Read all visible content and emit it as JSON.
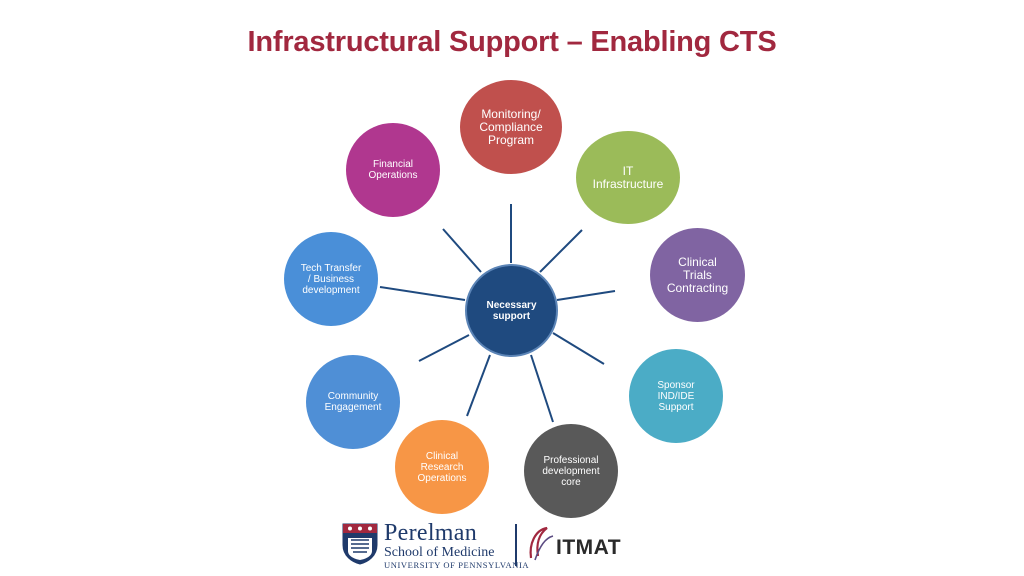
{
  "title": "Infrastructural Support – Enabling CTS",
  "hub": {
    "label": "Necessary\nsupport",
    "color": "#1f4a7f"
  },
  "nodes": [
    {
      "id": "monitoring",
      "label": "Monitoring/\nCompliance\nProgram",
      "color": "#c0504d"
    },
    {
      "id": "it",
      "label": "IT\nInfrastructure",
      "color": "#9bbb59"
    },
    {
      "id": "clinical-trials",
      "label": "Clinical\nTrials\nContracting",
      "color": "#8064a2"
    },
    {
      "id": "sponsor",
      "label": "Sponsor\nIND/IDE\nSupport",
      "color": "#4bacc6"
    },
    {
      "id": "professional",
      "label": "Professional\ndevelopment\ncore",
      "color": "#595959"
    },
    {
      "id": "clinical-research",
      "label": "Clinical\nResearch\nOperations",
      "color": "#f79646"
    },
    {
      "id": "community",
      "label": "Community\nEngagement",
      "color": "#4f8fd6"
    },
    {
      "id": "tech-transfer",
      "label": "Tech Transfer\n/ Business\ndevelopment",
      "color": "#4a8fd8"
    },
    {
      "id": "financial",
      "label": "Financial\nOperations",
      "color": "#b0378f"
    }
  ],
  "logos": {
    "perelman_line1": "Perelman",
    "perelman_line2": "School of Medicine",
    "perelman_line3": "University of Pennsylvania",
    "itmat": "ITMAT"
  },
  "colors": {
    "title": "#a1283f",
    "spoke": "#1f4a7f"
  }
}
